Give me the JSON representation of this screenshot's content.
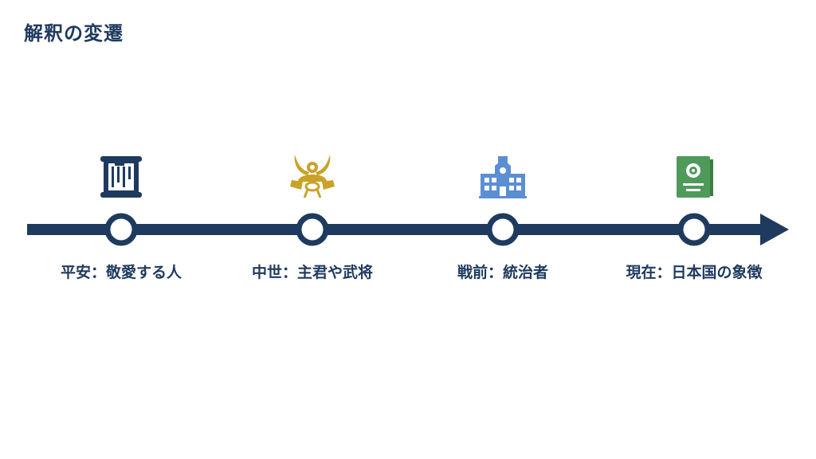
{
  "slide": {
    "title": "解釈の変遷"
  },
  "timeline": {
    "line_color": "#1f3a5f",
    "node_fill": "#ffffff",
    "events": [
      {
        "label": "平安：敬愛する人",
        "icon": "scroll-icon",
        "icon_color": "#1f3a5f"
      },
      {
        "label": "中世：主君や武将",
        "icon": "samurai-helmet-icon",
        "icon_color": "#c9a227"
      },
      {
        "label": "戦前：統治者",
        "icon": "government-building-icon",
        "icon_color": "#5b8fd1"
      },
      {
        "label": "現在：日本国の象徴",
        "icon": "passport-book-icon",
        "icon_color": "#4f9a5a"
      }
    ]
  }
}
